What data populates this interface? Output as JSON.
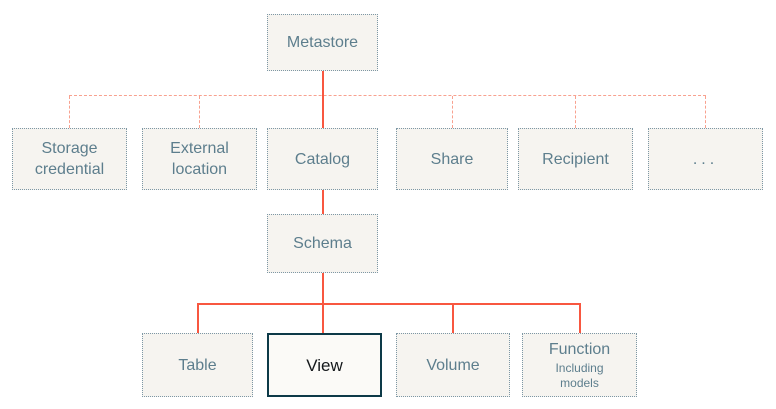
{
  "palette": {
    "background": "#ffffff",
    "node_fill": "#f6f4f0",
    "node_border": "#7d97a5",
    "node_text": "#5d7e8d",
    "highlight_fill": "#fbfaf7",
    "highlight_border": "#0d3a48",
    "highlight_text": "#14181b",
    "connector_solid": "#f85740",
    "connector_dotted": "#f8a18f"
  },
  "tree": {
    "root": {
      "label": "Metastore"
    },
    "metastore_children": [
      {
        "label": "Storage credential"
      },
      {
        "label": "External location"
      },
      {
        "label": "Catalog"
      },
      {
        "label": "Share"
      },
      {
        "label": "Recipient"
      },
      {
        "label": "..."
      }
    ],
    "catalog_child": {
      "label": "Schema"
    },
    "schema_children": [
      {
        "label": "Table"
      },
      {
        "label": "View",
        "highlighted": true
      },
      {
        "label": "Volume"
      },
      {
        "label": "Function",
        "sublabel": "Including models"
      }
    ]
  }
}
